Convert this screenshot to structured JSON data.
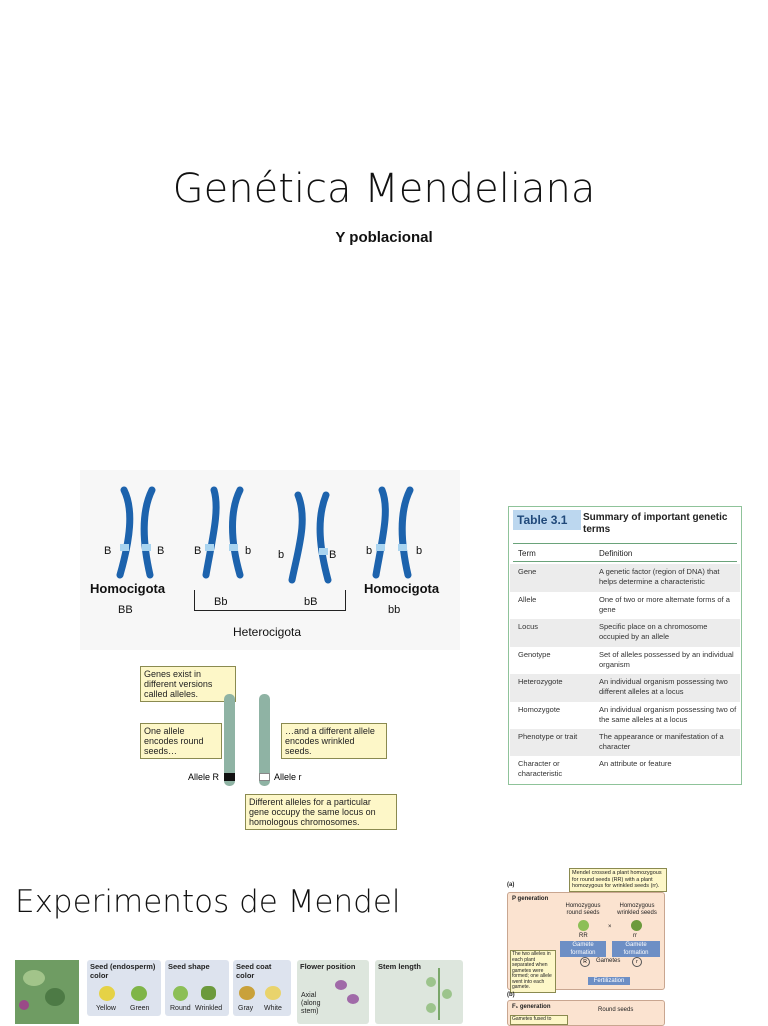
{
  "slide1": {
    "title": "Genética Mendeliana",
    "subtitle": "Y poblacional"
  },
  "chromosomes": {
    "pairs": [
      {
        "left": "B",
        "right": "B"
      },
      {
        "left": "B",
        "right": "b"
      },
      {
        "left": "b",
        "right": "B"
      },
      {
        "left": "b",
        "right": "b"
      }
    ],
    "homo_left": "Homocigota",
    "homo_left_geno": "BB",
    "hetero_geno_1": "Bb",
    "hetero_geno_2": "bB",
    "hetero_label": "Heterocigota",
    "homo_right": "Homocigota",
    "homo_right_geno": "bb",
    "color": "#1d63ad",
    "band_color": "#a9d4f0"
  },
  "alleles": {
    "note1": "Genes exist in different versions called alleles.",
    "note2": "One allele encodes round seeds…",
    "note3": "…and a different allele encodes wrinkled seeds.",
    "note4": "Different alleles for a particular gene occupy the same locus on homologous chromosomes.",
    "allele_r_upper": "Allele R",
    "allele_r_lower": "Allele r"
  },
  "table": {
    "label": "Table 3.1",
    "caption": "Summary of important genetic terms",
    "col_term": "Term",
    "col_def": "Definition",
    "rows": [
      {
        "term": "Gene",
        "def": "A genetic factor (region of DNA) that helps determine a characteristic"
      },
      {
        "term": "Allele",
        "def": "One of two or more alternate forms of a gene"
      },
      {
        "term": "Locus",
        "def": "Specific place on a chromosome occupied by an allele"
      },
      {
        "term": "Genotype",
        "def": "Set of alleles possessed by an individual organism"
      },
      {
        "term": "Heterozygote",
        "def": "An individual organism possessing two different alleles at a locus"
      },
      {
        "term": "Homozygote",
        "def": "An individual organism possessing two of the same alleles at a locus"
      },
      {
        "term": "Phenotype or trait",
        "def": "The appearance or manifestation of a character"
      },
      {
        "term": "Character or characteristic",
        "def": "An attribute or feature"
      }
    ]
  },
  "slide2": {
    "title": "Experimentos de Mendel"
  },
  "traits": {
    "seed_color": "Seed (endosperm) color",
    "yellow": "Yellow",
    "green": "Green",
    "seed_shape": "Seed shape",
    "round": "Round",
    "wrinkled": "Wrinkled",
    "coat_color": "Seed coat color",
    "gray": "Gray",
    "white": "White",
    "flower_position": "Flower position",
    "axial": "Axial (along stem)",
    "stem_length": "Stem length"
  },
  "cross": {
    "panel_a": "(a)",
    "step1": "Mendel crossed a plant homozygous for round seeds (RR) with a plant homozygous for wrinkled seeds (rr).",
    "p_generation": "P generation",
    "homo_round": "Homozygous round seeds",
    "homo_wrinkled": "Homozygous wrinkled seeds",
    "rr_upper": "RR",
    "rr_lower": "rr",
    "times": "×",
    "gamete_formation": "Gamete formation",
    "step2": "The two alleles in each plant separated when gametes were formed; one allele went into each gamete.",
    "gametes": "Gametes",
    "g_r_upper": "R",
    "g_r_lower": "r",
    "fertilization": "Fertilization",
    "panel_b": "(b)",
    "f1_generation": "F₁ generation",
    "round_seeds": "Round seeds",
    "step3": "Gametes fused to"
  }
}
